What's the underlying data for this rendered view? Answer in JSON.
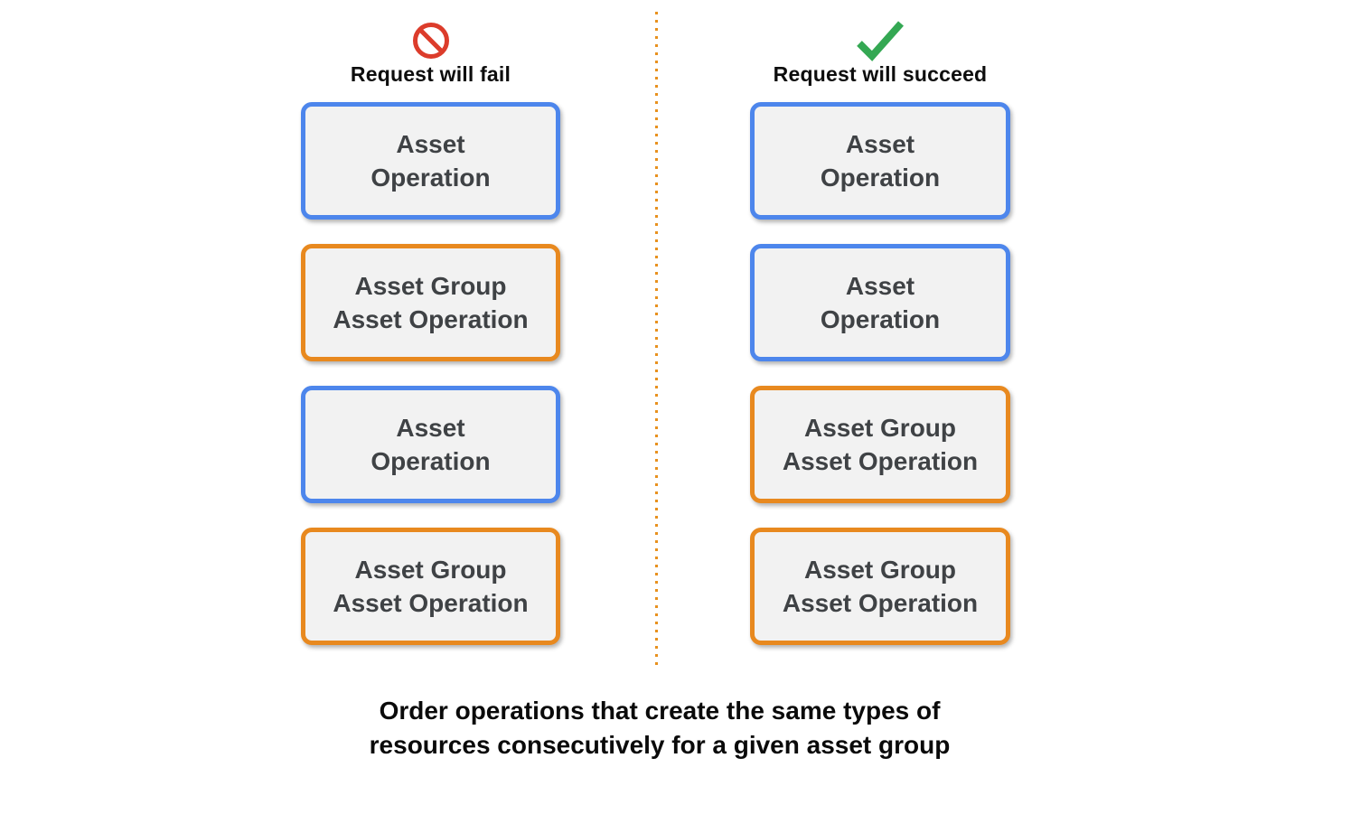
{
  "columns": [
    {
      "id": "fail",
      "icon": "prohibition-icon",
      "header": "Request will fail",
      "boxes": [
        {
          "line1": "Asset",
          "line2": "Operation",
          "type": "asset-operation",
          "border_color": "#4d86ec"
        },
        {
          "line1": "Asset Group",
          "line2": "Asset Operation",
          "type": "asset-group-asset-operation",
          "border_color": "#e8891f"
        },
        {
          "line1": "Asset",
          "line2": "Operation",
          "type": "asset-operation",
          "border_color": "#4d86ec"
        },
        {
          "line1": "Asset Group",
          "line2": "Asset Operation",
          "type": "asset-group-asset-operation",
          "border_color": "#e8891f"
        }
      ]
    },
    {
      "id": "succeed",
      "icon": "checkmark-icon",
      "header": "Request will succeed",
      "boxes": [
        {
          "line1": "Asset",
          "line2": "Operation",
          "type": "asset-operation",
          "border_color": "#4d86ec"
        },
        {
          "line1": "Asset",
          "line2": "Operation",
          "type": "asset-operation",
          "border_color": "#4d86ec"
        },
        {
          "line1": "Asset Group",
          "line2": "Asset Operation",
          "type": "asset-group-asset-operation",
          "border_color": "#e8891f"
        },
        {
          "line1": "Asset Group",
          "line2": "Asset Operation",
          "type": "asset-group-asset-operation",
          "border_color": "#e8891f"
        }
      ]
    }
  ],
  "caption": {
    "line1": "Order operations that create the same types of",
    "line2": "resources consecutively for a given asset group"
  },
  "colors": {
    "blue_border": "#4d86ec",
    "orange_border": "#e8891f",
    "red_icon": "#dc3c2b",
    "green_icon": "#34a853",
    "divider_dots": "#e8911e",
    "box_fill": "#f2f2f2",
    "box_text": "#3f4245"
  }
}
